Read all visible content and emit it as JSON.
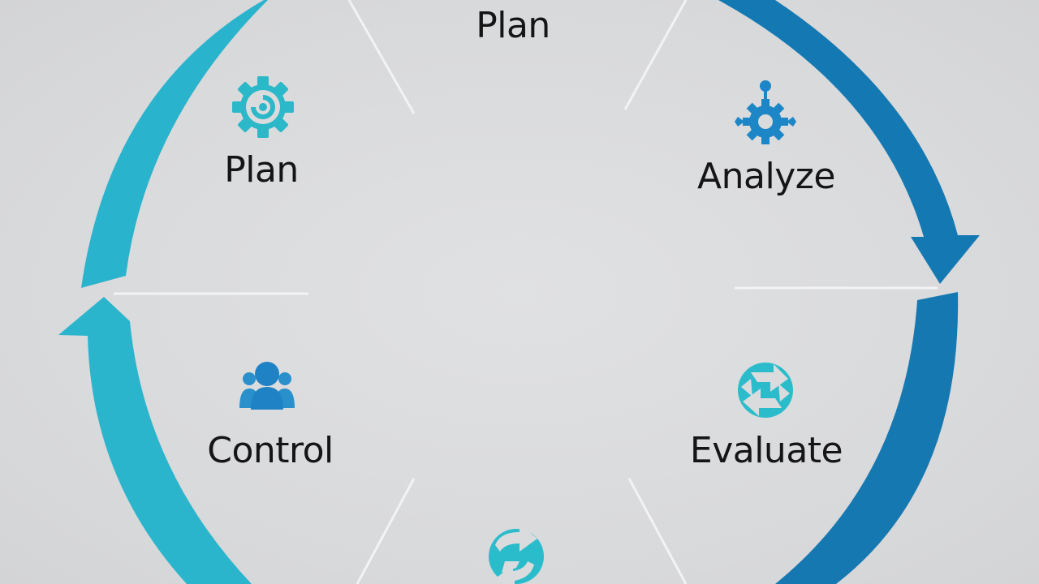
{
  "diagram": {
    "top_label": "Plan",
    "stages": [
      {
        "label": "Plan",
        "icon": "gear-icon"
      },
      {
        "label": "Analyze",
        "icon": "network-gear-icon"
      },
      {
        "label": "Evaluate",
        "icon": "cycle-arrows-icon"
      },
      {
        "label": "Control",
        "icon": "team-icon"
      }
    ],
    "bottom_icon": "recycle-arrows-icon"
  },
  "colors": {
    "arc_left": "#29b3cc",
    "arc_right": "#1478b0",
    "icon_teal": "#2bb8c8",
    "icon_blue": "#1c7fc0",
    "text": "#151515",
    "divider": "#f2f3f4"
  }
}
